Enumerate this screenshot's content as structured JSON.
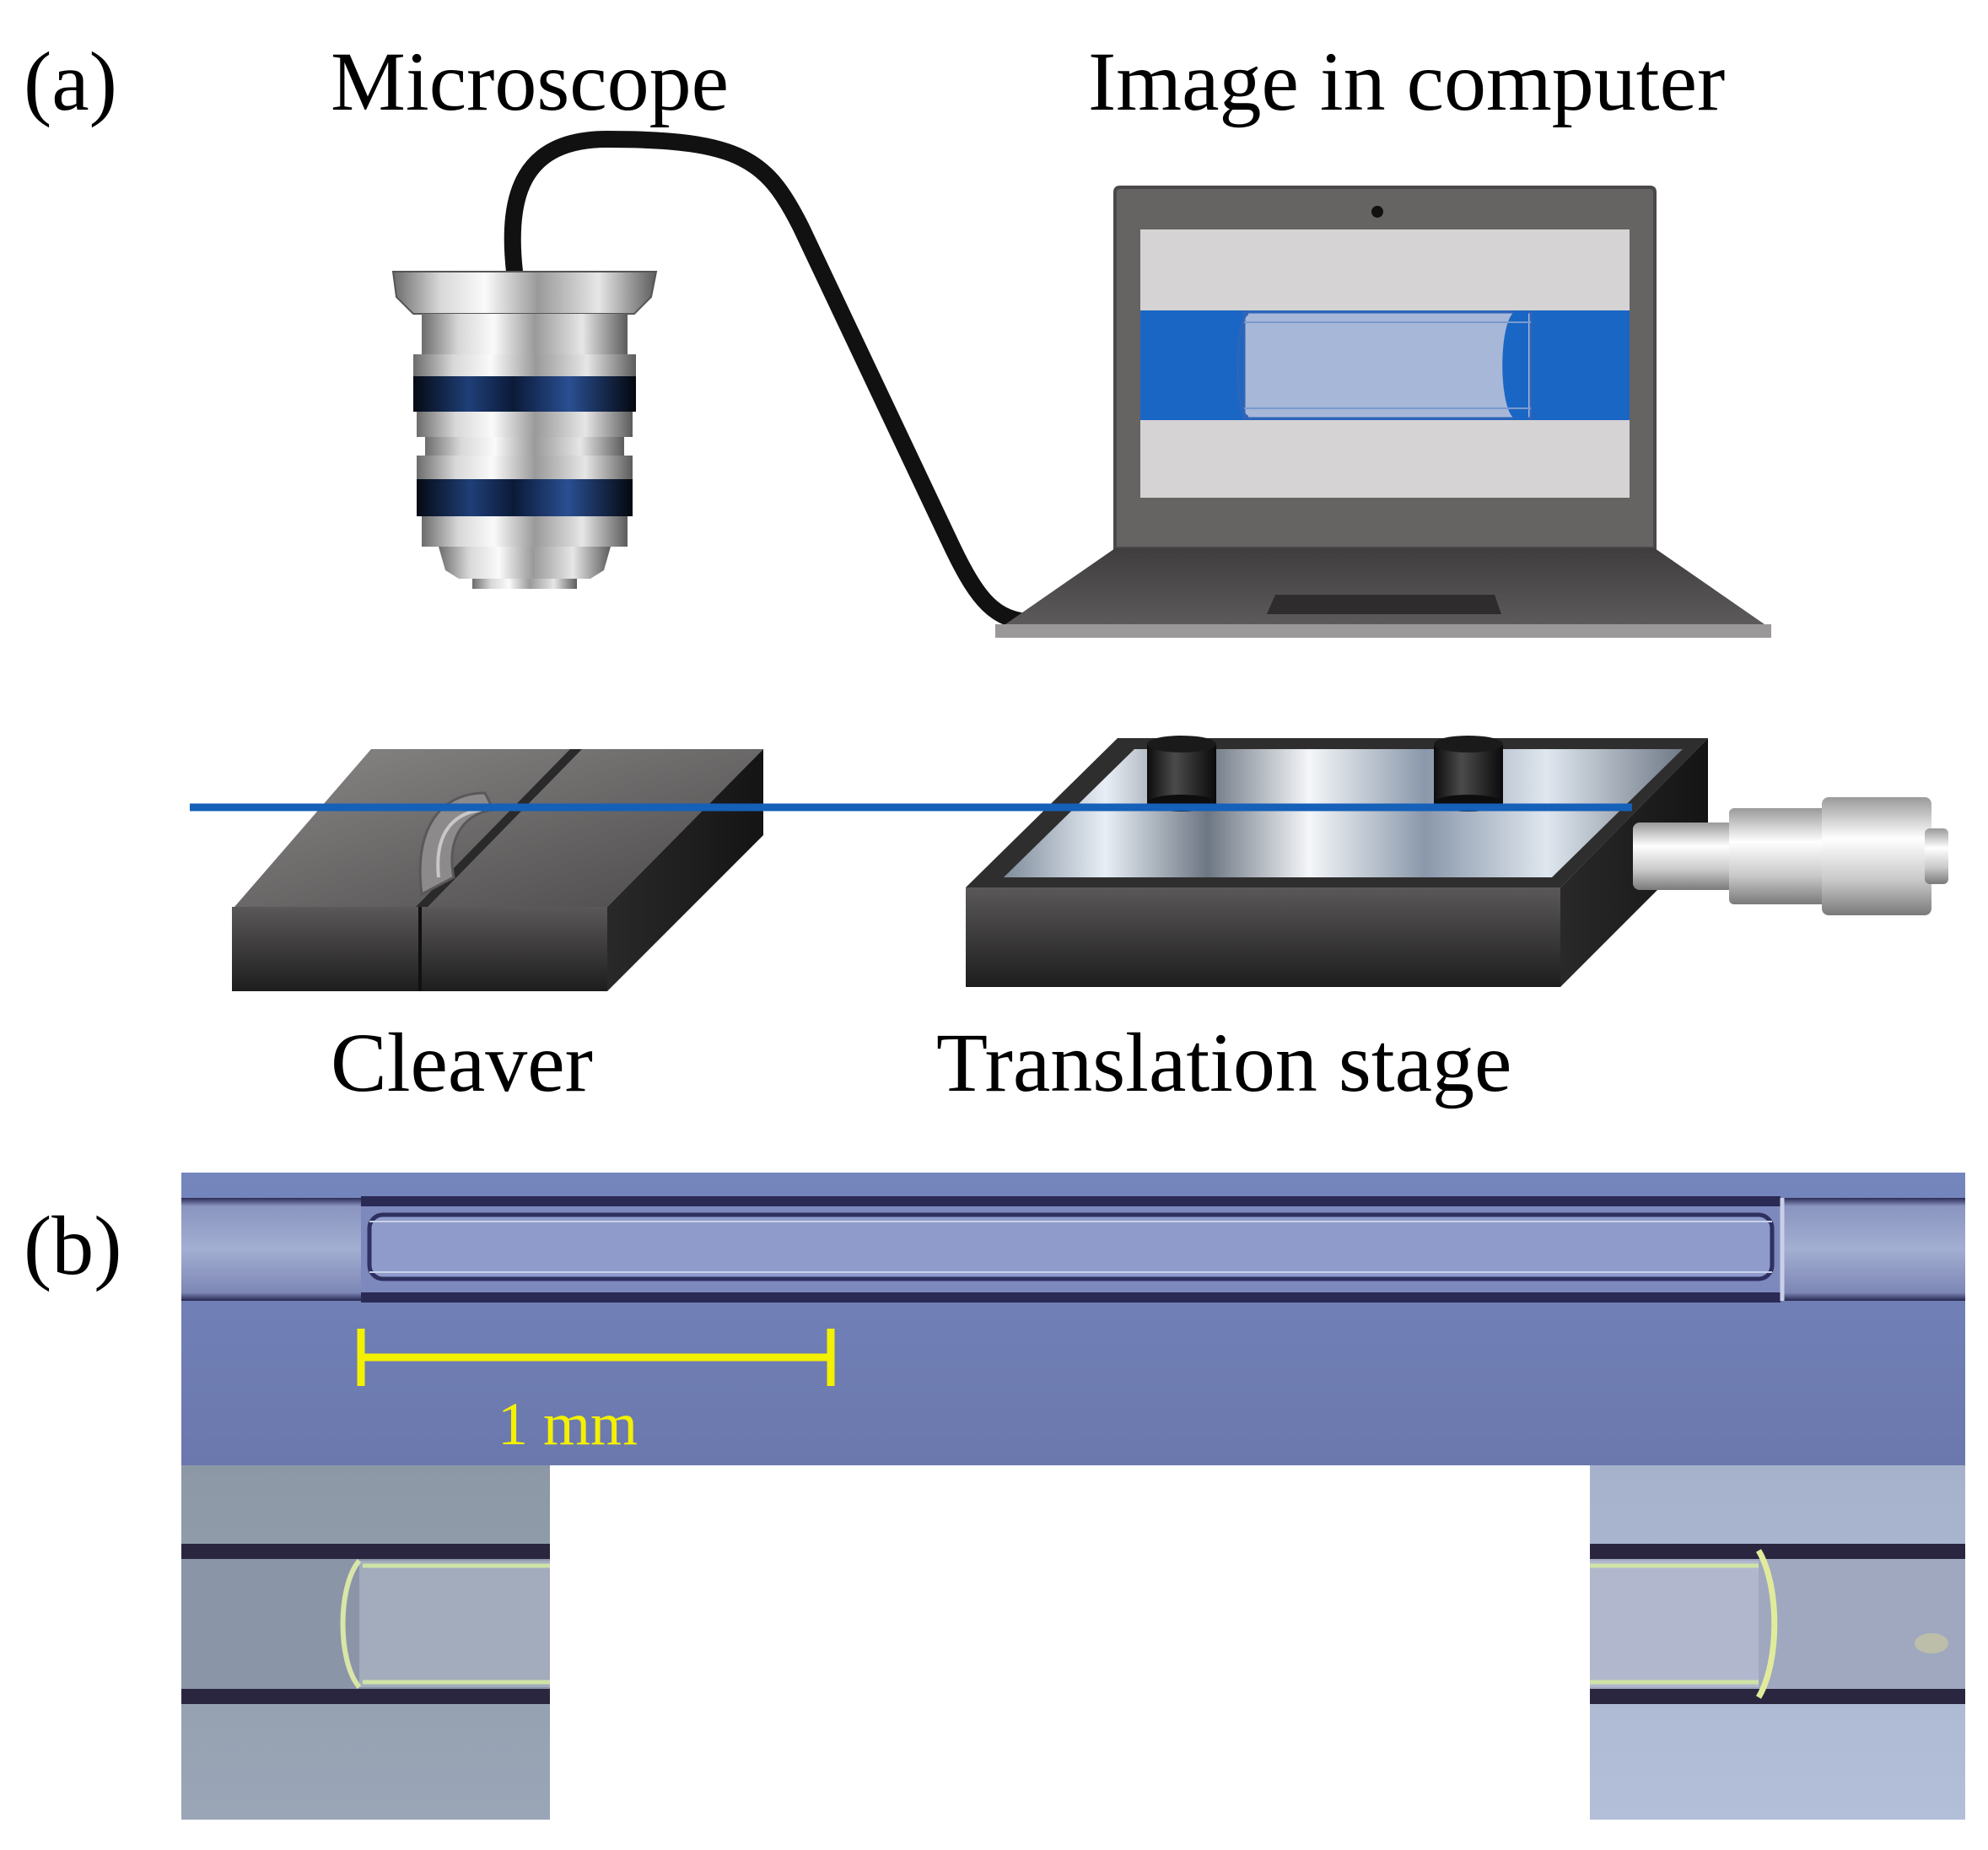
{
  "panel_a": {
    "label": "(a)",
    "microscope_label": "Microscope",
    "computer_label": "Image in computer",
    "cleaver_label": "Cleaver",
    "stage_label": "Translation stage"
  },
  "panel_b": {
    "label": "(b)",
    "scale_bar_label": "1 mm"
  },
  "colors": {
    "fiber": "#1560b8",
    "scale_bar": "#f3f000",
    "micrograph_bg": "#6f7bb0",
    "screen_fiber": "#1a66c4",
    "device_body": "#4a4848"
  }
}
